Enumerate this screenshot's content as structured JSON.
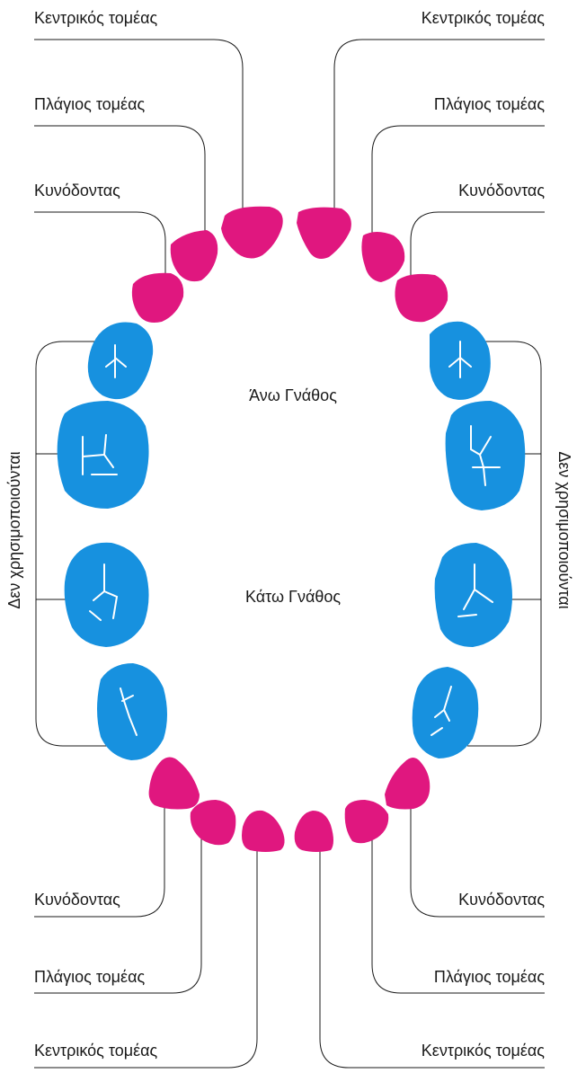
{
  "colors": {
    "incisor": "#e0177f",
    "molar": "#1791df",
    "line": "#1a1a1a"
  },
  "upper_jaw": {
    "title": "Άνω Γνάθος",
    "left": {
      "central": "Κεντρικός τομέας",
      "lateral": "Πλάγιος τομέας",
      "canine": "Κυνόδοντας"
    },
    "right": {
      "central": "Κεντρικός τομέας",
      "lateral": "Πλάγιος τομέας",
      "canine": "Κυνόδοντας"
    }
  },
  "lower_jaw": {
    "title": "Κάτω Γνάθος",
    "left": {
      "central": "Κεντρικός τομέας",
      "lateral": "Πλάγιος τομέας",
      "canine": "Κυνόδοντας"
    },
    "right": {
      "central": "Κεντρικός τομέας",
      "lateral": "Πλάγιος τομέας",
      "canine": "Κυνόδοντας"
    }
  },
  "molars": {
    "left_label": "Δεν χρησιμοποιούνται",
    "right_label": "Δεν χρησιμοποιούνται"
  }
}
